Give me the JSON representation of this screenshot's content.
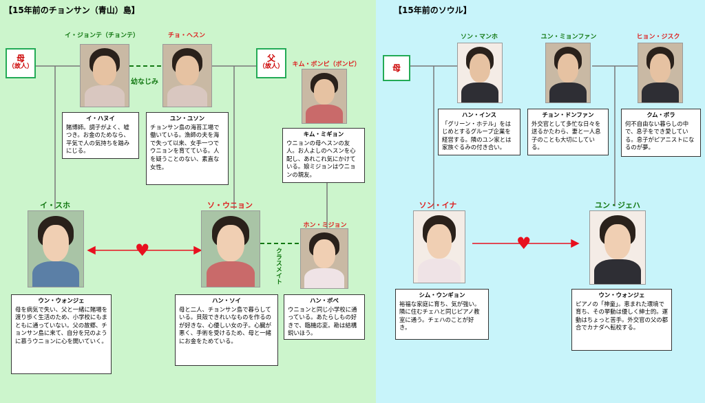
{
  "left": {
    "title": "【15年前のチョンサン（青山）島】",
    "mother": {
      "label": "母",
      "sub": "（故人）"
    },
    "father": {
      "label": "父",
      "sub": "（故人）"
    },
    "label_childhood": "幼なじみ",
    "label_classmate": "クラスメイト",
    "chars": {
      "ijongte": {
        "name": "イ・ジョンテ（チョンテ）",
        "actor": "イ・ハヌイ",
        "desc": "賭博師。調子がよく、嘘つき。お金のためなら、平気で人の気持ちを踏みにじる。"
      },
      "hesun": {
        "name": "チョ・ヘスン",
        "actor": "ユン・ユソン",
        "desc": "チョンサン島の海苔工場で働いている。漁師の夫を海で失って以来、女手一つでウニョンを育てている。人を疑うことのない、素直な女性。"
      },
      "bongpi": {
        "name": "キム・ボンピ（ボンピ）",
        "actor": "キム・ミギョン",
        "desc": "ウニョンの母ヘスンの友人。お人よしのヘスンを心配し、あれこれ気にかけている。娘ミジョンはウニョンの親友。"
      },
      "isuho": {
        "name": "イ・スホ",
        "actor": "ウン・ウォンジェ",
        "desc": "母を病気で失い、父と一緒に賭場を渡り歩く生活のため、小学校にもまともに通っていない。父の故郷、チョンサン島に来て、自分を兄のように慕うウニョンに心を開いていく。"
      },
      "eunyoung": {
        "name": "ソ・ウニョン",
        "actor": "ハン・ソイ",
        "desc": "母と二人、チョンサン島で暮らしている。貝殻できれいなものを作るのが好きな、心優しい女の子。心臓が悪く、手術を受けるため、母と一緒にお金をためている。"
      },
      "mijeong": {
        "name": "ホン・ミジョン",
        "actor": "ハン・ボベ",
        "desc": "ウニョンと同じ小学校に通っている。あたらしもの好きで、臨機応変。勘は結構鋭いほう。"
      }
    }
  },
  "right": {
    "title": "【15年前のソウル】",
    "mother": {
      "label": "母"
    },
    "chars": {
      "manho": {
        "name": "ソン・マンホ",
        "actor": "ハン・インス",
        "desc": "「グリーン・ホテル」をはじめとするグループ企業を経営する。隣のユン家とは家族ぐるみの付き合い。"
      },
      "myonghwan": {
        "name": "ユン・ミョンファン",
        "actor": "チョン・ドンファン",
        "desc": "外交官として多忙な日々を送るかたわら、妻と一人息子のことも大切にしている。"
      },
      "jisuk": {
        "name": "ヒョン・ジスク",
        "actor": "クム・ボラ",
        "desc": "何不自由ない暮らしの中で、息子をでき愛している。息子がピアニストになるのが夢。"
      },
      "ina": {
        "name": "ソン・イナ",
        "actor": "シム・ウンギョン",
        "desc": "裕福な家庭に育ち、気が強い。隣に住むチェハと同じピアノ教室に通う。チェハのことが好き。"
      },
      "jeha": {
        "name": "ユン・ジェハ",
        "actor": "ウン・ウォンジェ",
        "desc": "ピアノの「神童」。恵まれた環境で育ち、その挙動は優しく紳士的。運動はちょっと苦手。外交官の父の都合でカナダへ転校する。"
      }
    }
  },
  "colors": {
    "left_bg": "#ccf5cc",
    "right_bg": "#c8f4fa",
    "heart": "#e8101e",
    "name_green": "#117711",
    "name_red": "#dd2222"
  }
}
